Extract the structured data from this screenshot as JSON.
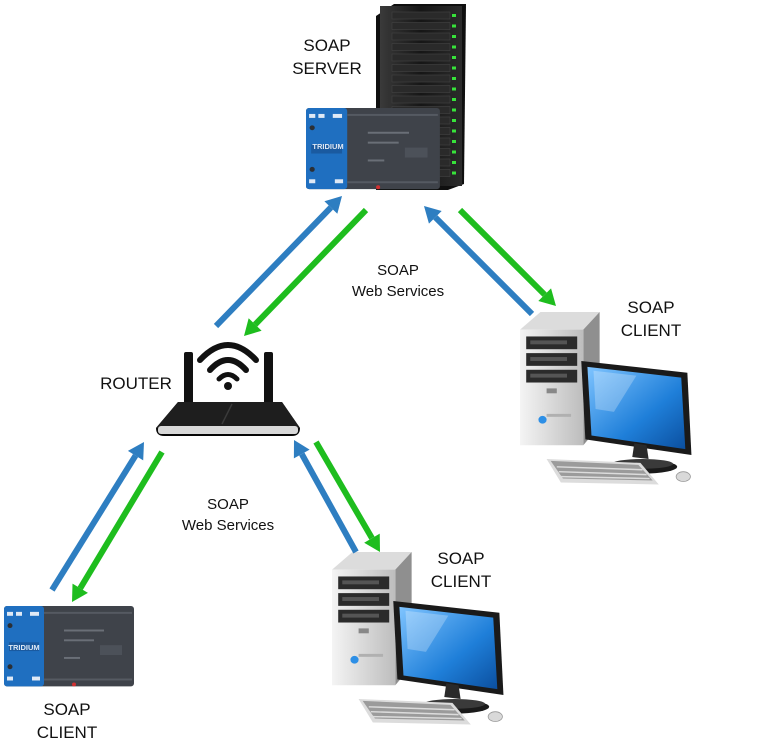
{
  "colors": {
    "up_arrow": "#2e7ec1",
    "down_arrow": "#1ebd1e",
    "controller_blue": "#1f6fc0",
    "controller_grey": "#3f434a",
    "server_black": "#1e1e1e",
    "led_green": "#37e33a",
    "monitor_screen": "#2f8fe0"
  },
  "nodes": {
    "server": {
      "line1": "SOAP",
      "line2": "SERVER",
      "icon": "server-rack-with-controller",
      "brand": "TRIDIUM"
    },
    "router": {
      "label": "ROUTER",
      "icon": "wifi-router"
    },
    "client_right": {
      "line1": "SOAP",
      "line2": "CLIENT",
      "icon": "desktop-pc"
    },
    "client_bottom": {
      "line1": "SOAP",
      "line2": "CLIENT",
      "icon": "desktop-pc"
    },
    "client_left": {
      "line1": "SOAP",
      "line2": "CLIENT",
      "icon": "controller",
      "brand": "TRIDIUM"
    }
  },
  "links": {
    "server_router": {
      "line1": "SOAP",
      "line2": "Web Services"
    },
    "router_controller": {
      "line1": "SOAP",
      "line2": "Web Services"
    }
  }
}
